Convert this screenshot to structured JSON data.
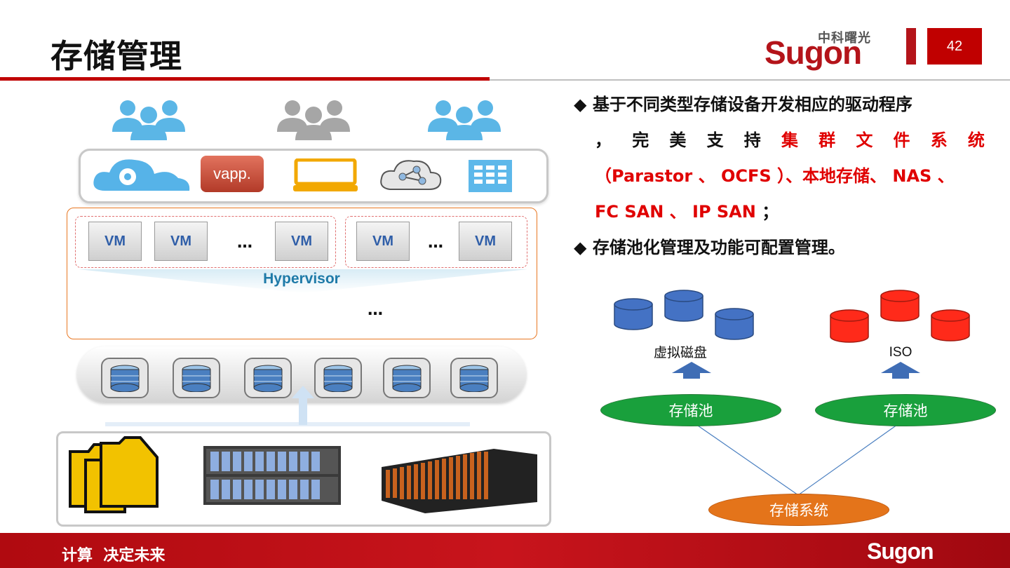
{
  "header": {
    "title": "存储管理",
    "logo_cn": "中科曙光",
    "logo_en": "Sugon",
    "page_number": "42"
  },
  "footer": {
    "slogan": "计算  决定未来",
    "logo": "Sugon"
  },
  "left_diagram": {
    "vm_label": "VM",
    "ellipsis": "…",
    "hypervisor_label": "Hypervisor",
    "vapp_label": "vapp."
  },
  "bullets": {
    "b1_line1": "基于不同类型存储设备开发相应的驱动程序",
    "b1_line2_prefix": [
      "，",
      "完",
      "美",
      "支",
      "持"
    ],
    "b1_line2_red": [
      "集",
      "群",
      "文",
      "件",
      "系",
      "统"
    ],
    "b1_line3_red": "（Parastor 、 OCFS ）、本地存储、 NAS 、",
    "b1_line4_red": "FC SAN 、 IP SAN ",
    "b1_line4_end": "；",
    "b2": "存储池化管理及功能可配置管理。"
  },
  "right_diagram": {
    "left_caption": "虚拟磁盘",
    "right_caption": "ISO",
    "pool_label": "存储池",
    "system_label": "存储系统",
    "colors": {
      "blue_db": "#4472c4",
      "red_db": "#ff2a1a",
      "pool": "#19a03c",
      "system": "#e4741a"
    }
  },
  "colors": {
    "accent_red": "#c00000",
    "hypervisor_text": "#1e7aa8"
  }
}
